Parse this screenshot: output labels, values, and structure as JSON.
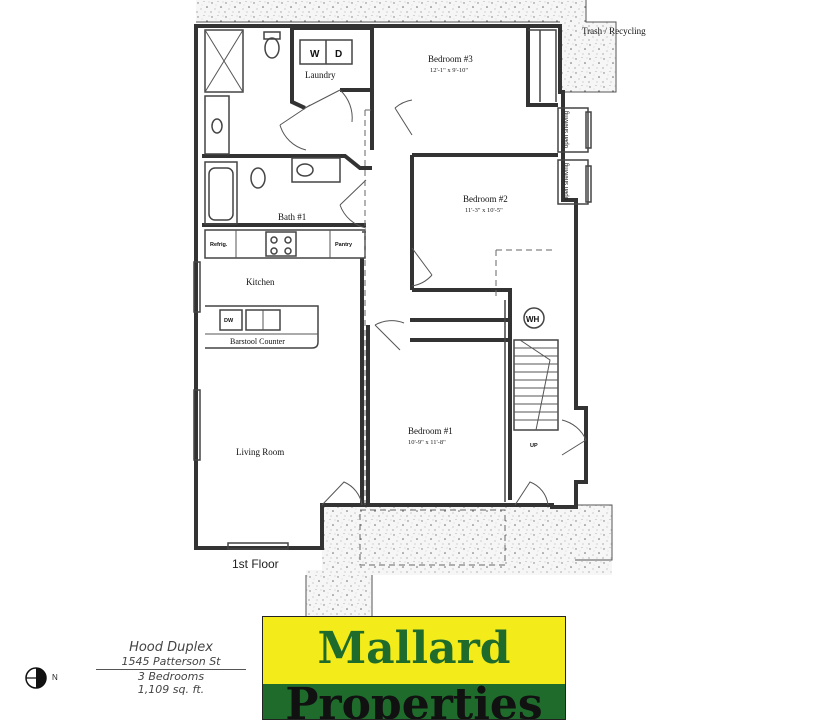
{
  "rooms": {
    "bedroom3": {
      "name": "Bedroom #3",
      "dims": "12'-1\" x 9'-10\""
    },
    "bedroom2": {
      "name": "Bedroom #2",
      "dims": "11'-3\" x 10'-5\""
    },
    "bedroom1": {
      "name": "Bedroom #1",
      "dims": "10'-9\" x 11'-8\""
    },
    "laundry": "Laundry",
    "bath1": "Bath #1",
    "kitchen": "Kitchen",
    "barstool": "Barstool Counter",
    "living": "Living Room"
  },
  "fixtures": {
    "washer": "W",
    "dryer": "D",
    "refrig": "Refrig.",
    "pantry": "Pantry",
    "dishwasher": "DW",
    "water_heater": "WH",
    "stairs_up": "UP",
    "open_shelving": "open shelving"
  },
  "labels": {
    "trash": "Trash / Recycling",
    "floor": "1st Floor"
  },
  "info": {
    "title": "Hood Duplex",
    "address": "1545 Patterson St",
    "bedrooms": "3 Bedrooms",
    "area": "1,109 sq. ft.",
    "north": "N"
  },
  "logo": {
    "line1": "Mallard",
    "line2": "Properties",
    "top_color": "#f4ec1a",
    "bottom_color": "#1e6b2c"
  }
}
